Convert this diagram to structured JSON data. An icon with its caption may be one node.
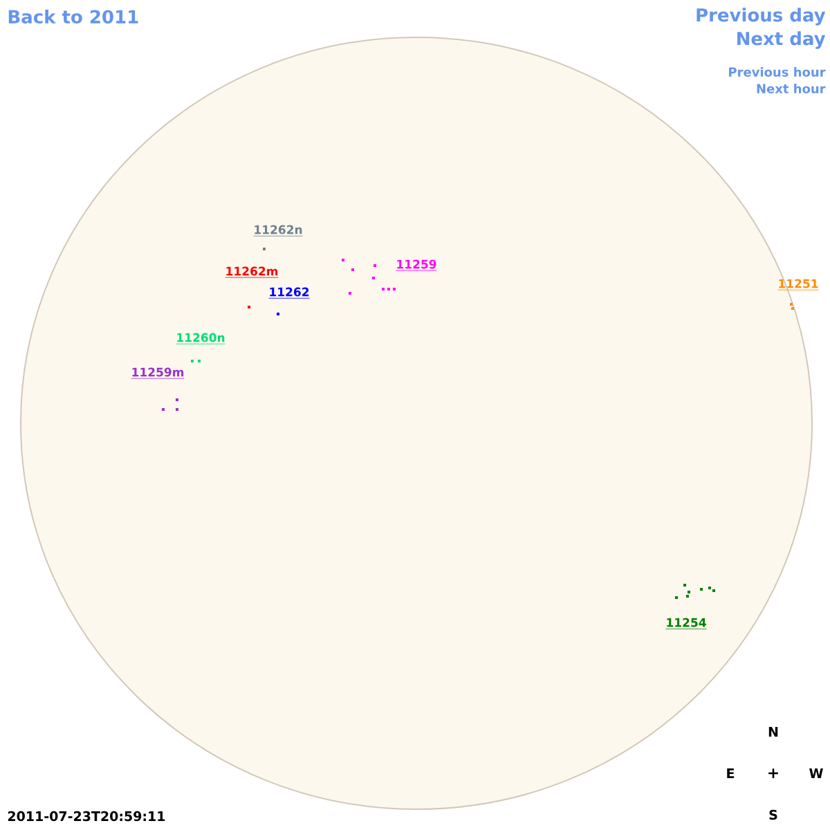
{
  "diagram": {
    "labels": [
      "Back to 2011",
      "Previous day",
      "Next day",
      "Previous hour",
      "Next hour",
      "11262n",
      "11259",
      "11262m",
      "11262",
      "11251",
      "11260n",
      "11259m",
      "11254",
      "N",
      "E",
      "+",
      "W",
      "S",
      "2011-07-23T20:59:11"
    ]
  }
}
